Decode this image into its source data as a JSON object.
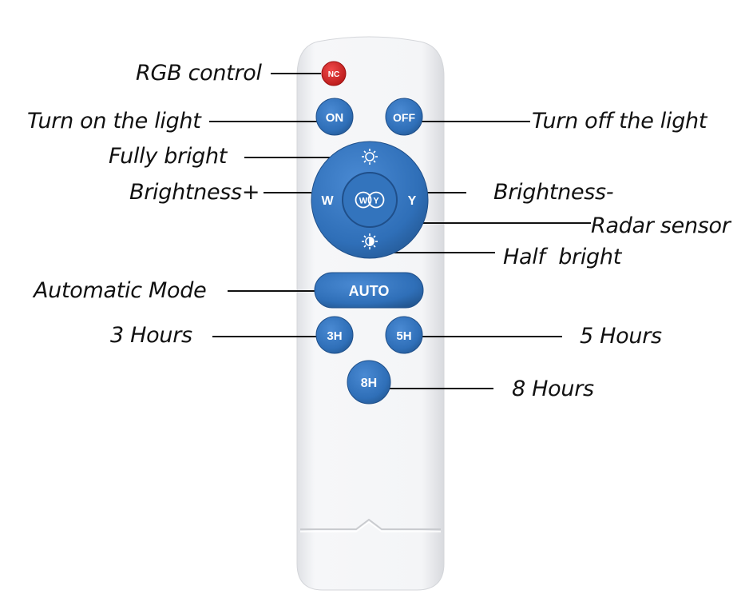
{
  "remote": {
    "colors": {
      "body": "#f3f4f6",
      "button_blue": "#2f6fb8",
      "button_red": "#d32222",
      "button_text": "#ffffff"
    },
    "buttons": {
      "nc": "NC",
      "on": "ON",
      "off": "OFF",
      "w": "W",
      "y": "Y",
      "center_w": "W",
      "center_y": "Y",
      "auto": "AUTO",
      "h3": "3H",
      "h5": "5H",
      "h8": "8H"
    },
    "icons": {
      "top": "sun-icon",
      "bottom": "half-sun-icon"
    }
  },
  "annotations": {
    "rgb_control": "RGB control",
    "turn_on": "Turn on the light",
    "turn_off": "Turn off the light",
    "fully_bright": "Fully bright",
    "brightness_plus": "Brightness+",
    "brightness_minus": "Brightness-",
    "radar_sensor": "Radar sensor",
    "half_bright": "Half  bright",
    "automatic_mode": "Automatic Mode",
    "hours_3": "3 Hours",
    "hours_5": "5 Hours",
    "hours_8": "8 Hours"
  }
}
